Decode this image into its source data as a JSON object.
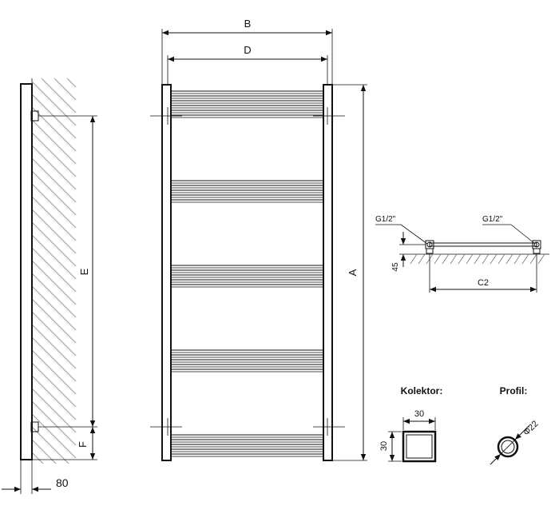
{
  "side_view": {
    "dim_e": "E",
    "dim_f": "F",
    "dim_depth": "80"
  },
  "front_view": {
    "dim_b": "B",
    "dim_d": "D",
    "dim_a": "A",
    "rail_groups": [
      6,
      5,
      5,
      5,
      5
    ]
  },
  "connection_view": {
    "thread_left": "G1/2\"",
    "thread_right": "G1/2\"",
    "dim_offset": "45",
    "dim_c2": "C2"
  },
  "kolektor": {
    "title": "Kolektor:",
    "width": "30",
    "height": "30"
  },
  "profil": {
    "title": "Profil:",
    "diameter": "Φ22"
  }
}
